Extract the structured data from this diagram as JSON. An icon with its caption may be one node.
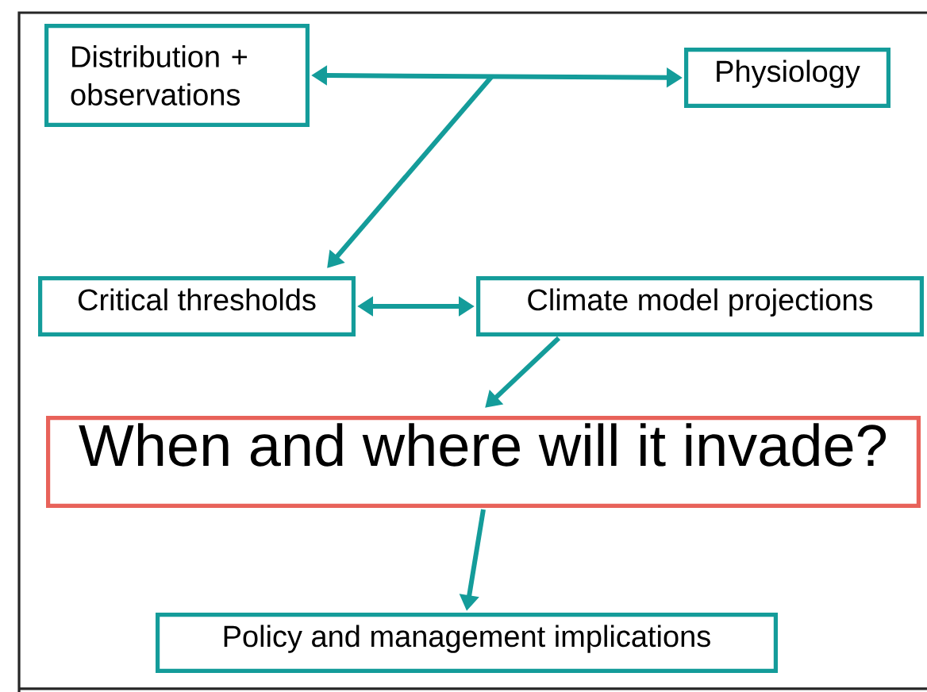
{
  "diagram": {
    "nodes": [
      {
        "text": [
          "Distribution + observations"
        ]
      },
      {
        "text": [
          "Physiology"
        ]
      },
      {
        "text": [
          "Critical thresholds"
        ]
      },
      {
        "text": [
          "Climate model projections"
        ]
      },
      {
        "text": [
          "When and where will it invade?"
        ]
      },
      {
        "text": [
          "Policy and management implications"
        ]
      }
    ],
    "edges": [
      {
        "from": 0,
        "to": 1,
        "arrow": "both"
      },
      {
        "from": null,
        "to": 2,
        "arrow": "to"
      },
      {
        "from": 2,
        "to": 3,
        "arrow": "both"
      },
      {
        "from": 3,
        "to": 4,
        "arrow": "to"
      },
      {
        "from": 4,
        "to": 5,
        "arrow": "to"
      }
    ]
  }
}
